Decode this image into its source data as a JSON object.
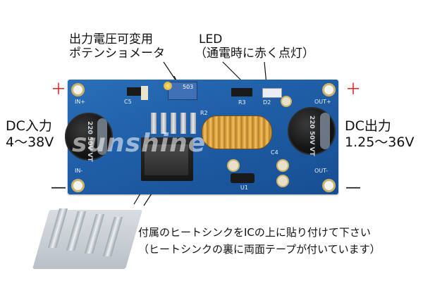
{
  "labels": {
    "pot_line1": "出力電圧可変用",
    "pot_line2": "ポテンショメータ",
    "led_line1": "LED",
    "led_line2": "（通電時に赤く点灯）",
    "dc_in_line1": "DC入力",
    "dc_in_line2": "4～38V",
    "dc_out_line1": "DC出力",
    "dc_out_line2": "1.25～36V",
    "note_line1": "付属のヒートシンクをICの上に貼り付けて下さい",
    "note_line2": "（ヒートシンクの裏に両面テープが付いています）",
    "plus": "＋",
    "minus": "—"
  },
  "board": {
    "silk_in_plus": "IN+",
    "silk_in_minus": "IN-",
    "silk_out_plus": "OUT+",
    "silk_out_minus": "OUT-",
    "silk_c5": "C5",
    "silk_r3": "R3",
    "silk_d2": "D2",
    "silk_c4": "C4",
    "silk_u1": "U1",
    "silk_r2": "R2",
    "cap_left_text": "220 50V VT",
    "cap_right_text": "220 50V VT",
    "pot_text": "503",
    "watermark": "sunshine"
  },
  "colors": {
    "board": "#1f5ea6",
    "plus": "#e02020",
    "text": "#111111"
  }
}
